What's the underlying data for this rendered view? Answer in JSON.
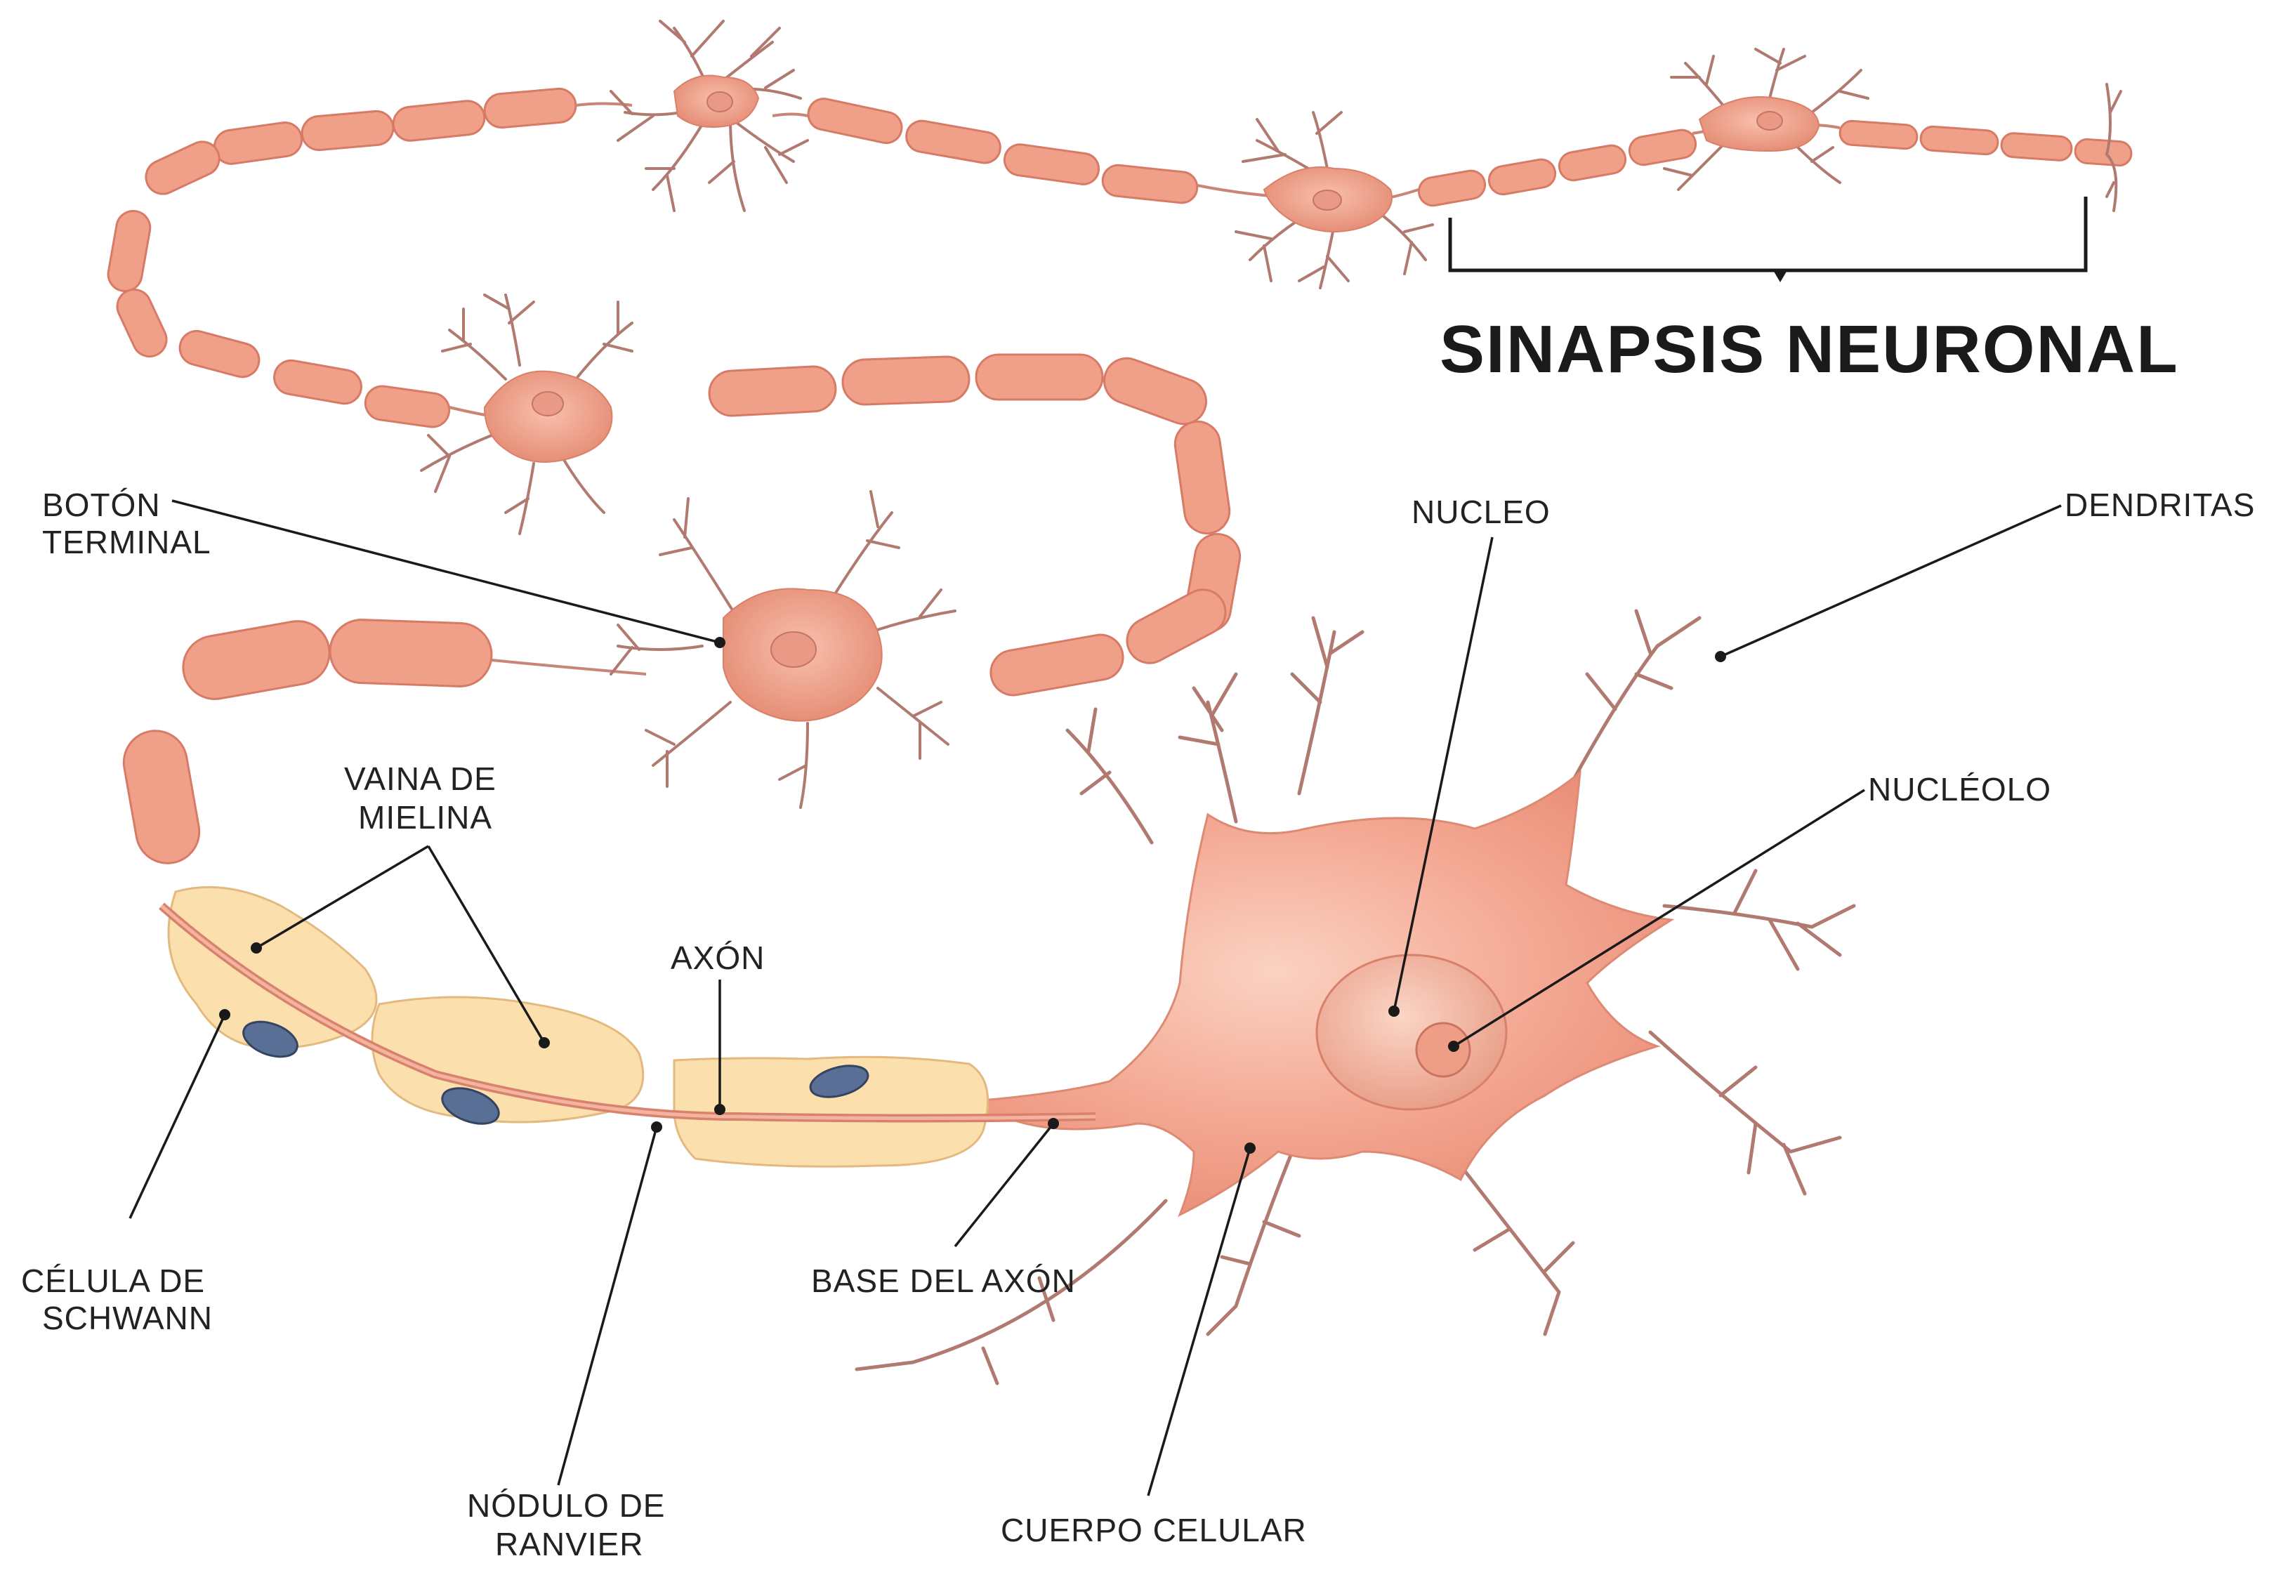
{
  "title": "SINAPSIS NEURONAL",
  "labels": {
    "boton_terminal": [
      "BOTÓN",
      "TERMINAL"
    ],
    "nucleo": "NUCLEO",
    "dendritas": "DENDRITAS",
    "nucleolo": "NUCLÉOLO",
    "vaina_mielina": [
      "VAINA DE",
      "MIELINA"
    ],
    "axon": "AXÓN",
    "celula_schwann": [
      "CÉLULA DE",
      "SCHWANN"
    ],
    "base_axon": "BASE DEL AXÓN",
    "nodulo_ranvier": [
      "NÓDULO DE",
      "RANVIER"
    ],
    "cuerpo_celular": "CUERPO CELULAR"
  },
  "colors": {
    "cell_body": "#f2a58f",
    "myelin": "#f0a089",
    "myelin_edge": "#d77a66",
    "schwann": "#fbe0ad",
    "schwann_nucleus": "#5a6f95",
    "dendrite": "#b07a70",
    "leader": "#1a1a1a"
  }
}
